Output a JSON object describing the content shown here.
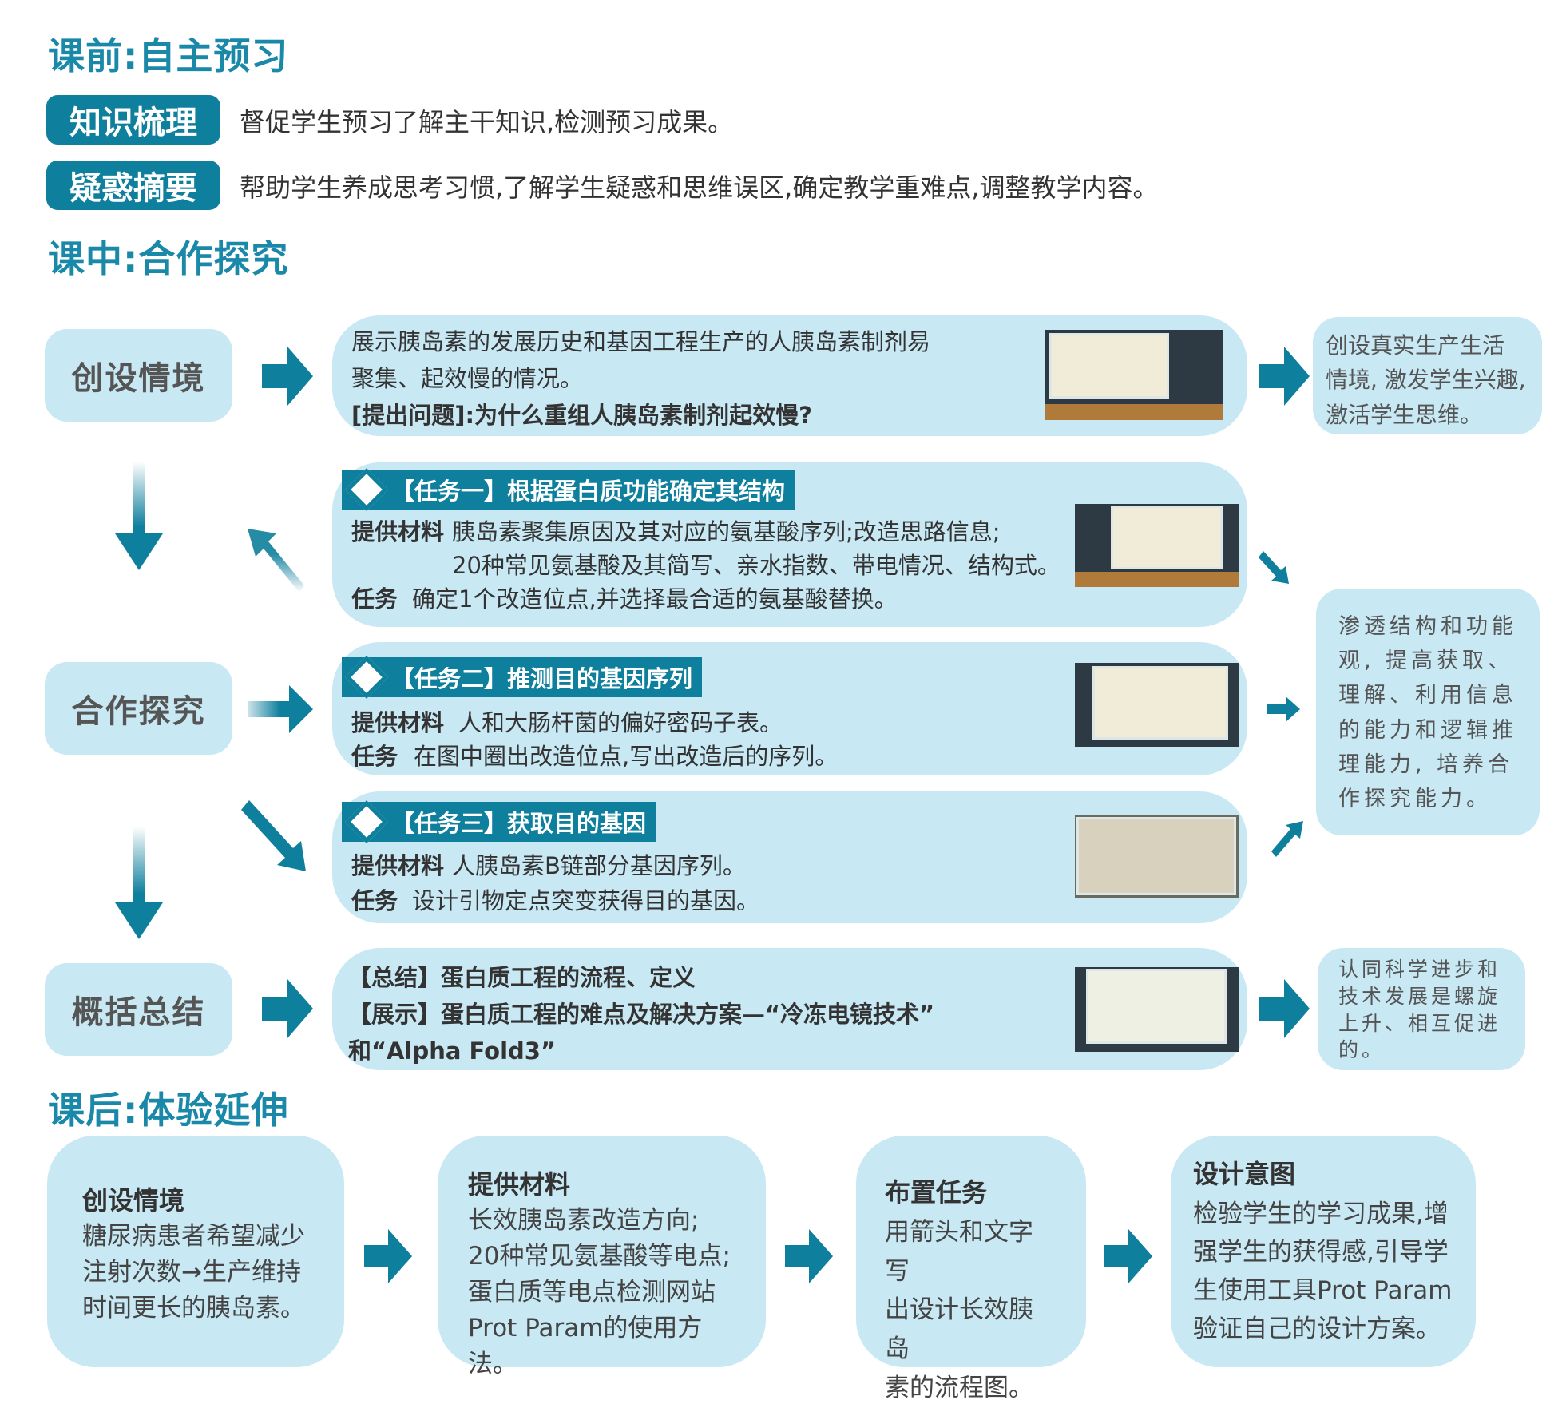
{
  "pre": {
    "title": "课前:自主预习",
    "rows": [
      {
        "badge": "知识梳理",
        "text": "督促学生预习了解主干知识,检测预习成果。"
      },
      {
        "badge": "疑惑摘要",
        "text": "帮助学生养成思考习惯,了解学生疑惑和思维误区,确定教学重难点,调整教学内容。"
      }
    ]
  },
  "mid": {
    "title": "课中:合作探究",
    "stages": [
      "创设情境",
      "合作探究",
      "概括总结"
    ],
    "scenario": {
      "lines": [
        "展示胰岛素的发展历史和基因工程生产的人胰岛素制剂易",
        "聚集、起效慢的情况。",
        "[提出问题]:为什么重组人胰岛素制剂起效慢?"
      ],
      "goal": [
        "创设真实生产生活",
        "情境, 激发学生兴趣,",
        "激活学生思维。"
      ]
    },
    "tasks": [
      {
        "tag": "【任务一】根据蛋白质功能确定其结构",
        "mat_label": "提供材料",
        "mat": [
          "胰岛素聚集原因及其对应的氨基酸序列;改造思路信息;",
          "20种常见氨基酸及其简写、亲水指数、带电情况、结构式。"
        ],
        "task_label": "任务",
        "task": "确定1个改造位点,并选择最合适的氨基酸替换。"
      },
      {
        "tag": "【任务二】推测目的基因序列",
        "mat_label": "提供材料",
        "mat": [
          "人和大肠杆菌的偏好密码子表。"
        ],
        "task_label": "任务",
        "task": "在图中圈出改造位点,写出改造后的序列。"
      },
      {
        "tag": "【任务三】获取目的基因",
        "mat_label": "提供材料",
        "mat": [
          "人胰岛素B链部分基因序列。"
        ],
        "task_label": "任务",
        "task": "设计引物定点突变获得目的基因。"
      }
    ],
    "tasks_goal": [
      "渗透结构和功能",
      "观, 提高获取、",
      "理解、利用信息",
      "的能力和逻辑推",
      "理能力, 培养合",
      "作探究能力。"
    ],
    "summary": {
      "lines": [
        "【总结】蛋白质工程的流程、定义",
        "【展示】蛋白质工程的难点及解决方案—“冷冻电镜技术”",
        "和“Alpha Fold3”"
      ],
      "goal": [
        "认同科学进步和",
        "技术发展是螺旋",
        "上升、相互促进",
        "的。"
      ]
    }
  },
  "post": {
    "title": "课后:体验延伸",
    "boxes": [
      {
        "head": "创设情境",
        "lines": [
          "糖尿病患者希望减少",
          "注射次数→生产维持",
          "时间更长的胰岛素。"
        ]
      },
      {
        "head": "提供材料",
        "lines": [
          "长效胰岛素改造方向;",
          "20种常见氨基酸等电点;",
          "蛋白质等电点检测网站",
          "Prot Param的使用方法。"
        ]
      },
      {
        "head": "布置任务",
        "lines": [
          "用箭头和文字写",
          "出设计长效胰岛",
          "素的流程图。"
        ]
      },
      {
        "head": "设计意图",
        "lines": [
          "检验学生的学习成果,增",
          "强学生的获得感,引导学",
          "生使用工具Prot Param",
          "验证自己的设计方案。"
        ]
      }
    ]
  },
  "colors": {
    "accent": "#0e7f9c",
    "title": "#1a88a8",
    "box": "#c8e8f4"
  }
}
